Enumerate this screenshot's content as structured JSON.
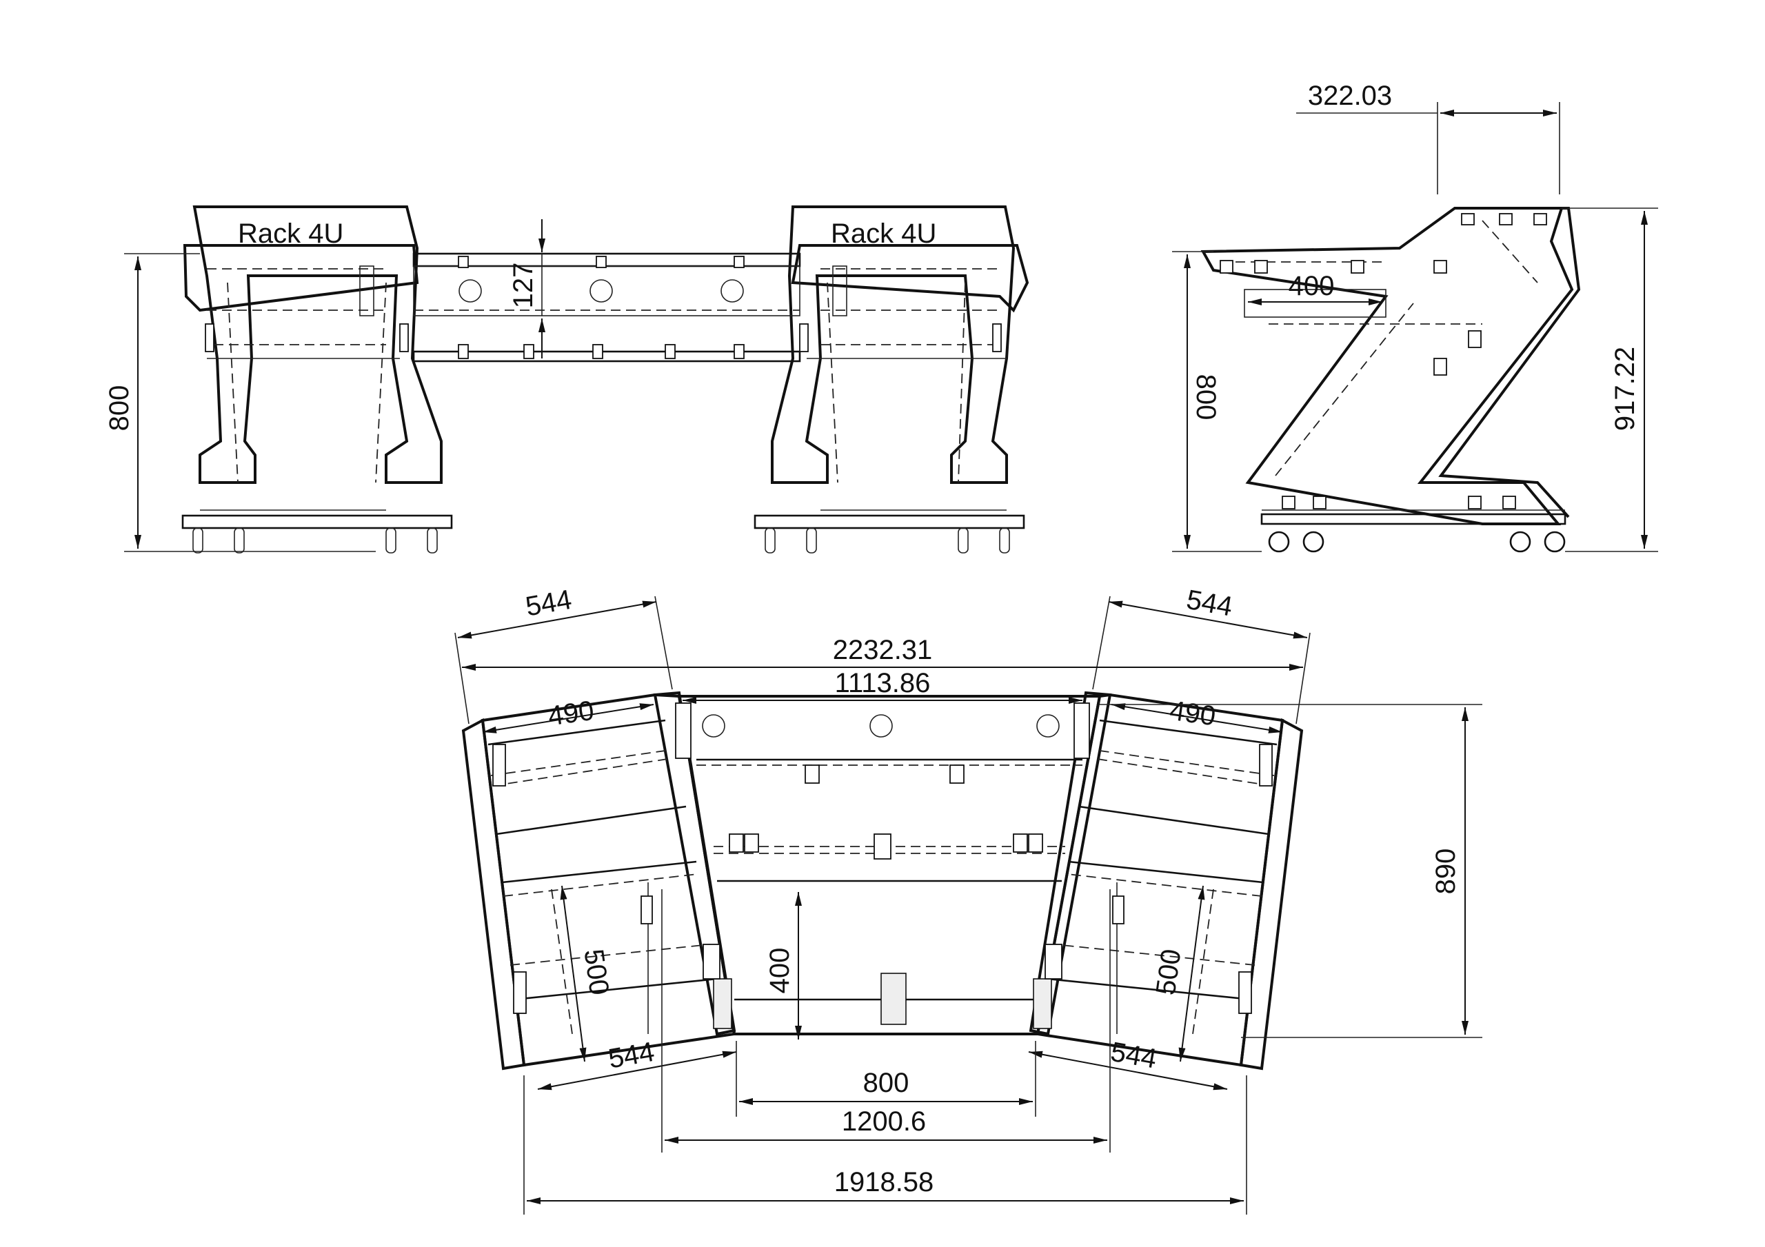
{
  "front_view": {
    "rack_left_label": "Rack 4U",
    "rack_right_label": "Rack 4U",
    "dim_height": "800",
    "dim_gap": "127"
  },
  "side_view": {
    "dim_top": "322.03",
    "dim_depth": "400",
    "dim_height_inner": "800",
    "dim_height_total": "917.22"
  },
  "top_view": {
    "dim_wing_left": "544",
    "dim_wing_right": "544",
    "dim_overall_width": "2232.31",
    "dim_center_width": "1113.86",
    "dim_inner_left": "490",
    "dim_inner_right": "490",
    "dim_depth_total": "890",
    "dim_center_depth": "400",
    "dim_side_left": "500",
    "dim_side_right": "500",
    "dim_front_left": "544",
    "dim_front_right": "544",
    "dim_front_center": "800",
    "dim_front_inner": "1200.6",
    "dim_front_total": "1918.58"
  }
}
